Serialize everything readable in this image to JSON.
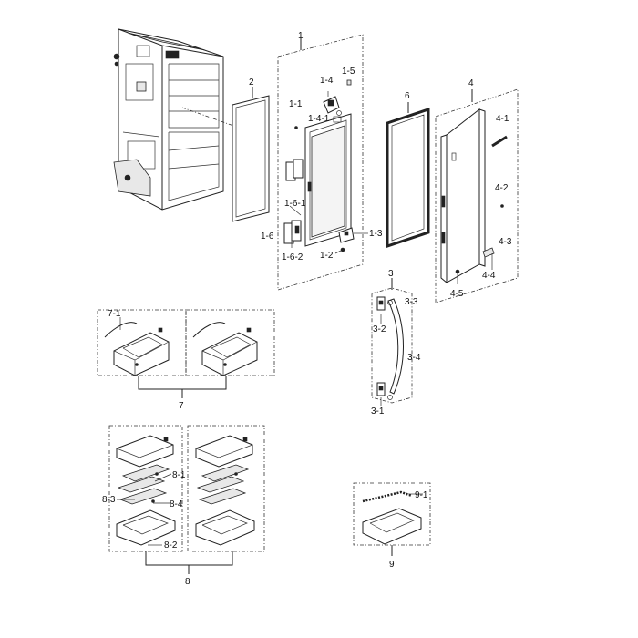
{
  "labels": {
    "l1": "1",
    "l1_1": "1-1",
    "l1_2": "1-2",
    "l1_3": "1-3",
    "l1_4": "1-4",
    "l1_4_1": "1-4-1",
    "l1_5": "1-5",
    "l1_6": "1-6",
    "l1_6_1": "1-6-1",
    "l1_6_2": "1-6-2",
    "l2": "2",
    "l3": "3",
    "l3_1": "3-1",
    "l3_2": "3-2",
    "l3_3": "3-3",
    "l3_4": "3-4",
    "l4": "4",
    "l4_1": "4-1",
    "l4_2": "4-2",
    "l4_3": "4-3",
    "l4_4": "4-4",
    "l4_5": "4-5",
    "l6": "6",
    "l7": "7",
    "l7_1": "7-1",
    "l8": "8",
    "l8_1": "8-1",
    "l8_2": "8-2",
    "l8_3": "8-3",
    "l8_4": "8-4",
    "l9": "9",
    "l9_1": "9-1"
  }
}
